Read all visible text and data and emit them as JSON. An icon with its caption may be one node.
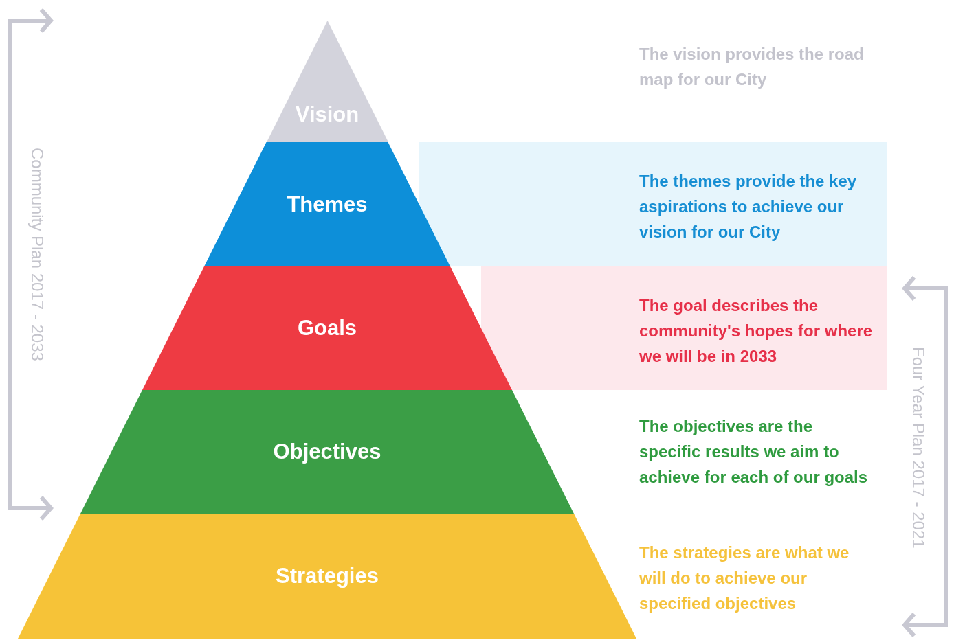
{
  "diagram": {
    "nodes": [
      {
        "text": [
          "Vision"
        ]
      },
      {
        "text": [
          "Themes",
          "The themes provide the key aspirations to achieve our vision for our City"
        ]
      },
      {
        "text": [
          "Goals",
          "The goal describes the community's hopes for where we will be in 2033"
        ]
      },
      {
        "text": [
          "Objectives"
        ]
      },
      {
        "text": [
          "Strategies",
          "The strategies are what we will do to achieve our specified objectives"
        ]
      }
    ],
    "edges": [],
    "labels": [
      "The vision provides the road map for our City",
      "Community Plan 2017 - 2033",
      "Four Year Plan 2017 - 2021",
      "The objectives are the specific results we aim to achieve for each of our goals"
    ]
  }
}
